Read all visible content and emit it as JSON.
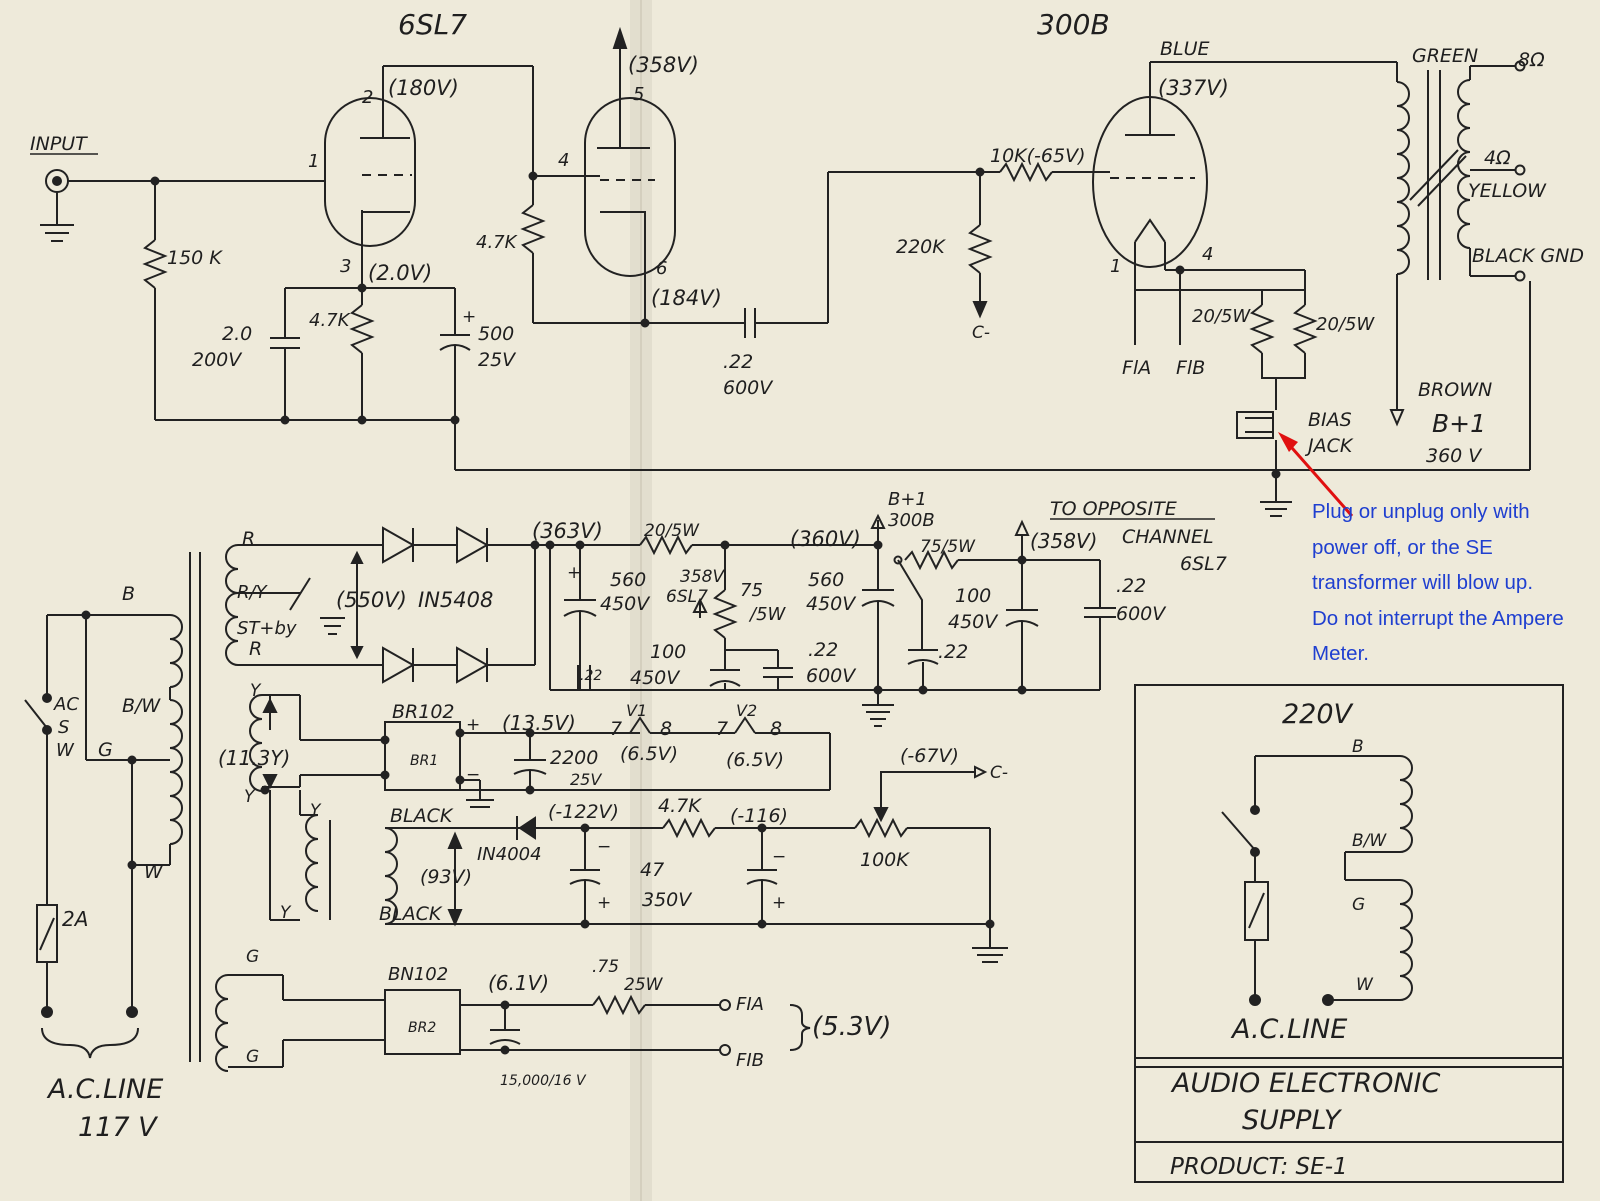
{
  "amp": {
    "input": "INPUT",
    "v1_type": "6SL7",
    "v2_type": "300B",
    "v1": {
      "pin2": "2",
      "plate_v": "(180V)",
      "pin1": "1",
      "pin3": "3",
      "cath_v": "(2.0V)",
      "pin4": "4",
      "pin5": "5",
      "b_v": "(358V)",
      "pin6": "6",
      "cath2_v": "(184V)"
    },
    "r150k": "150 K",
    "r47k_plate": "4.7K",
    "r47k_cath": "4.7K",
    "c2": [
      "2.0",
      "200V"
    ],
    "c500": [
      "500",
      "25V"
    ],
    "c22": [
      ".22",
      "600V"
    ],
    "grid_r": "10K(-65V)",
    "r220k": "220K",
    "c_minus": "C-",
    "blue": "BLUE",
    "plate300b_v": "(337V)",
    "pin1_300b": "1",
    "pin4_300b": "4",
    "fla": "FlA",
    "flb": "FlB",
    "r20a": "20/5W",
    "r20b": "20/5W",
    "bias_jack": [
      "BIAS",
      "JACK"
    ],
    "out_tr": {
      "green": "GREEN",
      "ohm8": "8Ω",
      "ohm4": "4Ω",
      "yellow": "YELLOW",
      "black_gnd": "BLACK GND",
      "brown": "BROWN",
      "b1": "B+1",
      "b1_v": "360 V"
    }
  },
  "psu": {
    "pt_taps": [
      "R",
      "R/Y",
      "ST+by",
      "R"
    ],
    "hv_ac": "(550V)",
    "diode": "IN5408",
    "node363": "(363V)",
    "r20_5w": "20/5W",
    "v358_6sl7": [
      "358V",
      "6SL7"
    ],
    "c560a": [
      "560",
      "450V"
    ],
    "r75a": [
      "75",
      "/5W"
    ],
    "c100a": [
      "100",
      "450V"
    ],
    "c22a": [
      ".22",
      "600V"
    ],
    "c22small": ".22",
    "node360": "(360V)",
    "b1_300b": [
      "B+1",
      "300B"
    ],
    "c560b": [
      "560",
      "450V"
    ],
    "r75b": "75/5W",
    "c22b": ".22",
    "to_opposite": [
      "TO OPPOSITE",
      "CHANNEL",
      "6SL7"
    ],
    "node358": "(358V)",
    "c100b": [
      "100",
      "450V"
    ],
    "c22c": [
      ".22",
      "600V"
    ],
    "br102": "BR102",
    "br1": "BR1",
    "y_taps": [
      "Y",
      "Y",
      "Y",
      "Y"
    ],
    "v113": "(11.3Y)",
    "v135": "(13.5V)",
    "c2200": [
      "2200",
      "25V"
    ],
    "v1": [
      "7",
      "V1",
      "8",
      "(6.5V)"
    ],
    "v2": [
      "7",
      "V2",
      "8",
      "(6.5V)"
    ],
    "black": [
      "BLACK",
      "BLACK"
    ],
    "v122": "(-122V)",
    "r47k": "4.7K",
    "v116": "(-116)",
    "in4004": "IN4004",
    "v93": "(93V)",
    "c47": [
      "47",
      "350V"
    ],
    "v67": "(-67V)",
    "c_minus2": "C-",
    "pot": "100K",
    "bn102": "BN102",
    "br2": "BR2",
    "g_taps": [
      "G",
      "G"
    ],
    "v61": "(6.1V)",
    "r075": [
      ".75",
      "25W"
    ],
    "c15000": "15,000/16 V",
    "fia": "FIA",
    "fib": "FIB",
    "v53": "(5.3V)"
  },
  "mains": {
    "taps": [
      "B",
      "B/W",
      "G",
      "W"
    ],
    "switch": [
      "AC",
      "S",
      "W"
    ],
    "fuse": "2A",
    "line": [
      "A.C.LINE",
      "117 V"
    ]
  },
  "inset": {
    "v220": "220V",
    "taps": [
      "B",
      "B/W",
      "G",
      "W"
    ],
    "line": "A.C.LINE"
  },
  "title_block": {
    "company": "AUDIO ELECTRONIC",
    "supply": "SUPPLY",
    "product": "PRODUCT: SE-1"
  },
  "annotation": {
    "lines": [
      "Plug or unplug only with",
      "power off, or the SE",
      "transformer will blow up.",
      "Do not interrupt the Ampere",
      "Meter."
    ],
    "color": "#1f3fd0",
    "arrow_color": "#e01010"
  }
}
